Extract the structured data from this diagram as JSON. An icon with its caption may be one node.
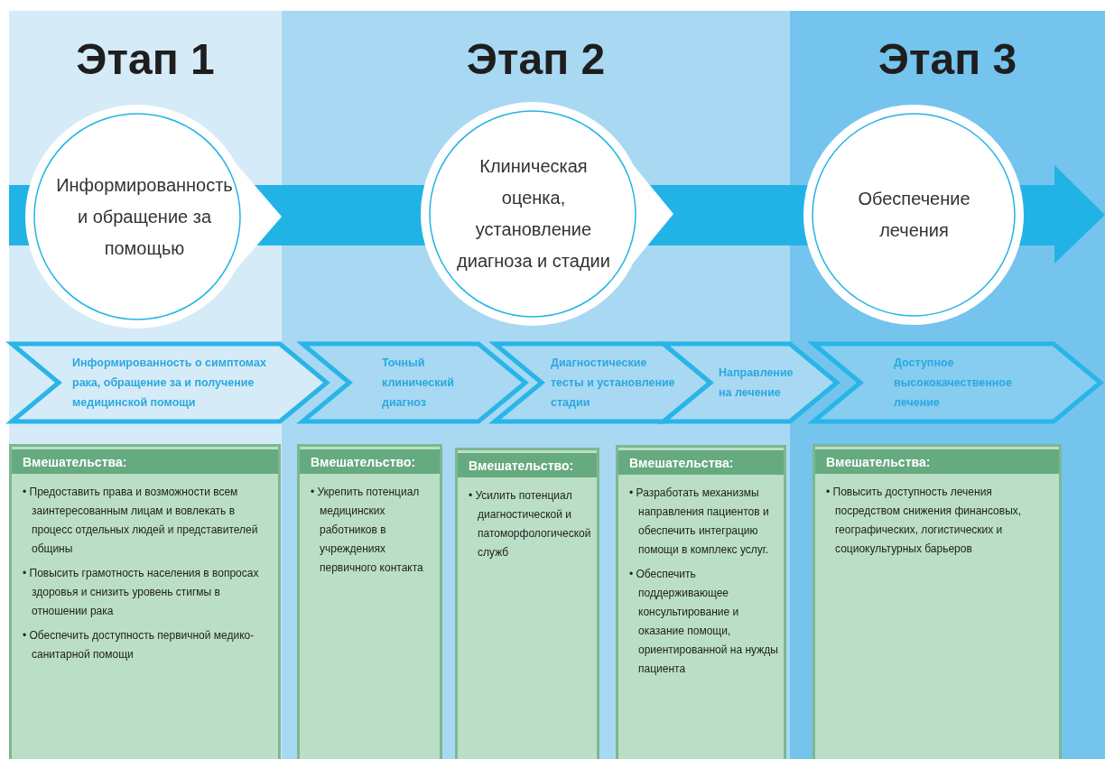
{
  "diagram": {
    "nodes": [
      {
        "text": [
          "Информированность и обращение за помощью"
        ]
      },
      {
        "text": [
          "Клиническая оценка, установление диагноза и стадии"
        ]
      },
      {
        "text": [
          "Обеспечение лечения"
        ]
      },
      {
        "text": [
          "Информированность о симптомах рака, обращение за и получение медицинской помощи"
        ]
      },
      {
        "text": [
          "Точный клинический диагноз"
        ]
      },
      {
        "text": [
          "Диагностические тесты и установление стадии"
        ]
      },
      {
        "text": [
          "Направление на лечение"
        ]
      },
      {
        "text": [
          "Доступное высококачественное лечение"
        ]
      },
      {
        "text": [
          "Вмешательства:",
          "• Предоставить права и возможности всем заинтересованным лицам и вовлекать в процесс отдельных людей и представителей общины",
          "• Повысить грамотность населения в вопросах здоровья и снизить уровень стигмы в отношении рака",
          "• Обеспечить доступность первичной медико-санитарной помощи"
        ]
      },
      {
        "text": [
          "Вмешательство:",
          "• Укрепить потенциал медицинских работников в учреждениях первичного контакта"
        ]
      },
      {
        "text": [
          "Вмешательство:",
          "• Усилить потенциал диагностической и патоморфологической служб"
        ]
      },
      {
        "text": [
          "Вмешательства:",
          "• Разработать механизмы направления пациентов и обеспечить интеграцию помощи в комплекс услуг.",
          "• Обеспечить поддерживающее консультирование и оказание помощи, ориентированной на нужды пациента"
        ]
      },
      {
        "text": [
          "Вмешательства:",
          "• Повысить доступность лечения посредством снижения финансовых, географических, логистических и социокультурных барьеров"
        ]
      }
    ],
    "labels": [
      "Этап 1",
      "Этап 2",
      "Этап 3"
    ]
  }
}
